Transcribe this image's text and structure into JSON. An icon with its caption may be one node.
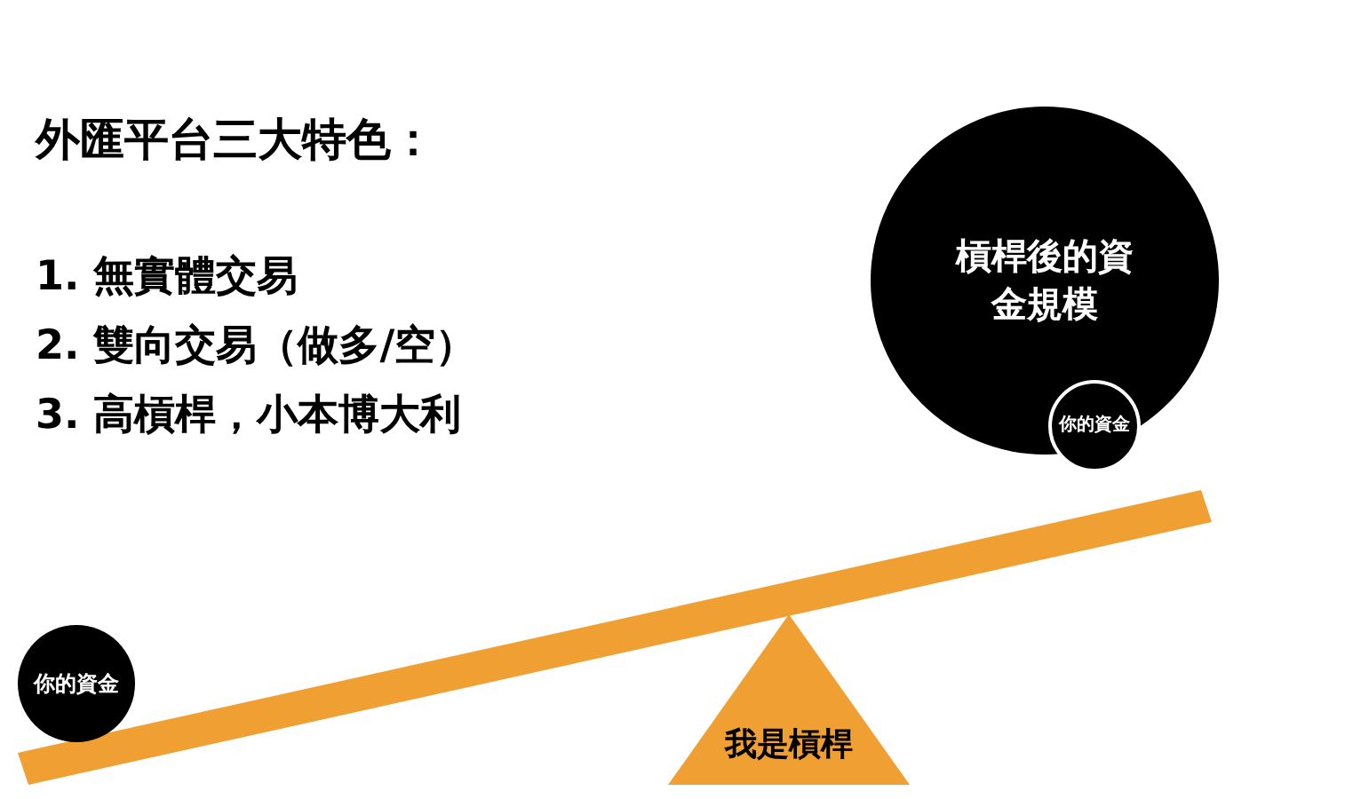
{
  "diagram": {
    "title": "外匯平台三大特色：",
    "nodes": [
      {
        "text": [
          "槓桿後的資金規模"
        ]
      },
      {
        "text": [
          "你的資金"
        ],
        "in": 0
      },
      {
        "text": [
          "你的資金"
        ]
      },
      {
        "text": [
          "我是槓桿"
        ]
      }
    ],
    "labels": [
      "1. 無實體交易",
      "2. 雙向交易（做多/空）",
      "3. 高槓桿，小本博大利"
    ]
  }
}
